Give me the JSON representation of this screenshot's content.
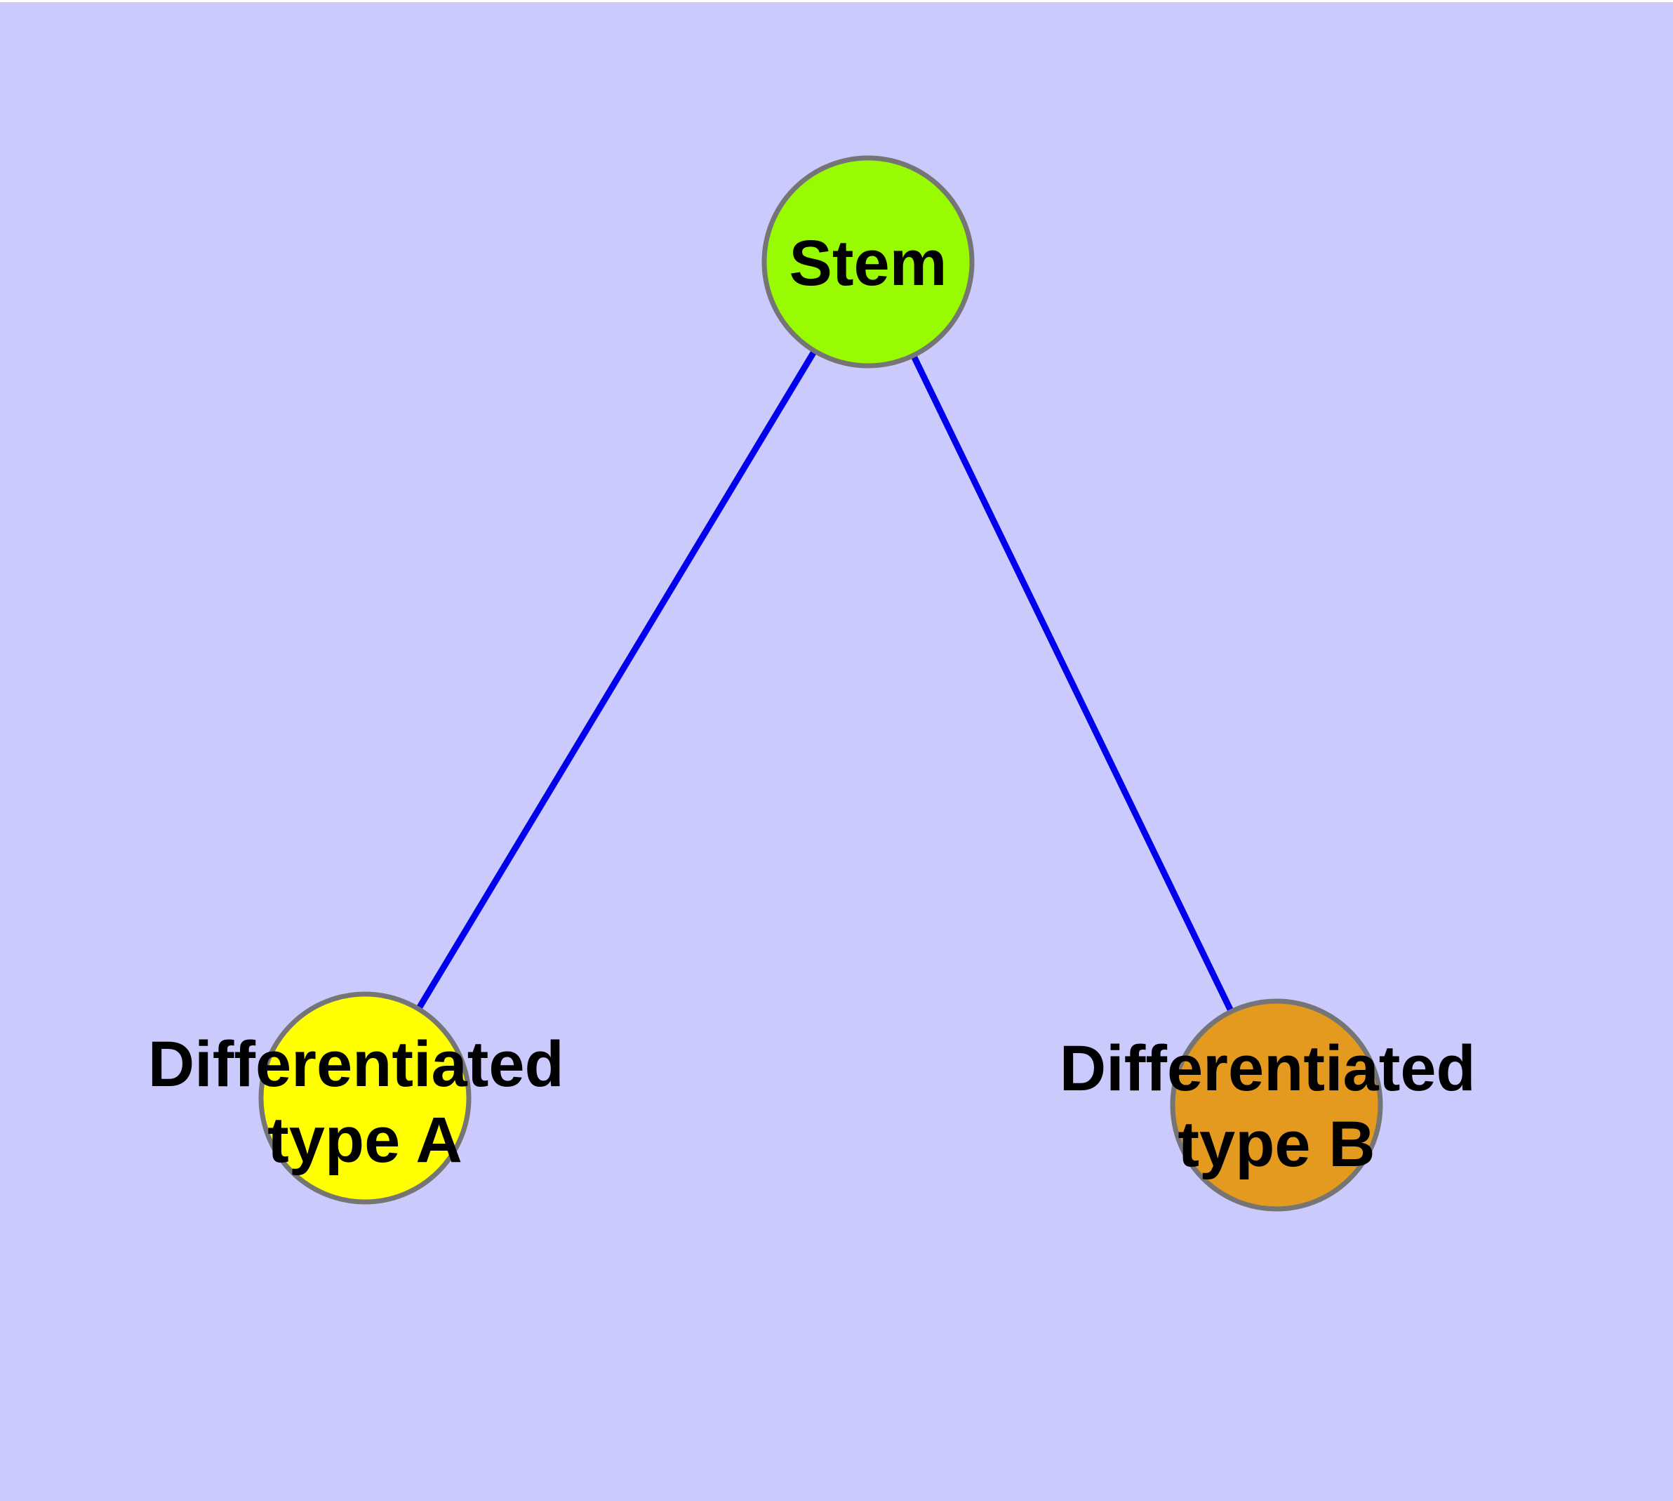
{
  "diagram": {
    "type": "node-link-tree",
    "description": "Cell differentiation graph: one stem node linked to two differentiated type nodes"
  },
  "colors": {
    "background": "#CACAFC",
    "top_border_strip": "#FFFFFF",
    "edge": "#0000EE",
    "node_border": "#757575",
    "label_text": "#000000"
  },
  "nodes": [
    {
      "id": "stem",
      "label": "Stem",
      "fill": "#99FB01"
    },
    {
      "id": "type-a",
      "label": "Differentiated type A",
      "label_line1": "Differentiated",
      "label_line2": "type A",
      "fill": "#FFFF00"
    },
    {
      "id": "type-b",
      "label": "Differentiated type B",
      "label_line1": "Differentiated",
      "label_line2": "type B",
      "fill": "#E39A1E"
    }
  ],
  "edges": [
    {
      "from": "Stem",
      "to": "Differentiated type A"
    },
    {
      "from": "Stem",
      "to": "Differentiated type B"
    }
  ]
}
